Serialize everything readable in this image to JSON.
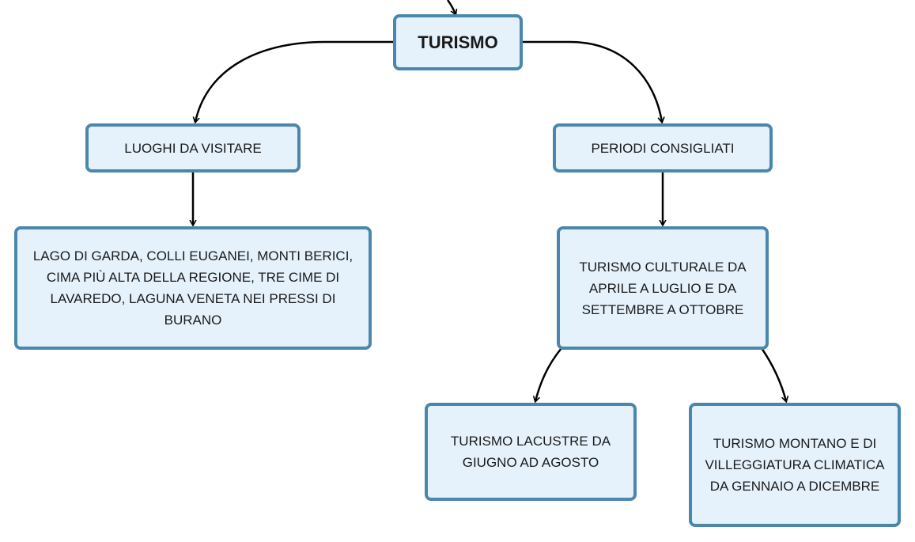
{
  "nodes": {
    "turismo": "TURISMO",
    "luoghi": "LUOGHI DA VISITARE",
    "periodi": "PERIODI CONSIGLIATI",
    "lago": "LAGO DI GARDA, COLLI EUGANEI, MONTI BERICI, CIMA PIÙ ALTA DELLA REGIONE, TRE CIME DI LAVAREDO, LAGUNA VENETA NEI PRESSI DI BURANO",
    "culturale": "TURISMO CULTURALE DA APRILE A LUGLIO E DA SETTEMBRE A OTTOBRE",
    "lacustre": "TURISMO LACUSTRE DA GIUGNO AD AGOSTO",
    "montano": "TURISMO MONTANO E DI VILLEGGIATURA CLIMATICA DA GENNAIO A DICEMBRE"
  },
  "colors": {
    "node_fill": "#e5f2fc",
    "node_border": "#4b87ad",
    "connector": "#000000"
  }
}
